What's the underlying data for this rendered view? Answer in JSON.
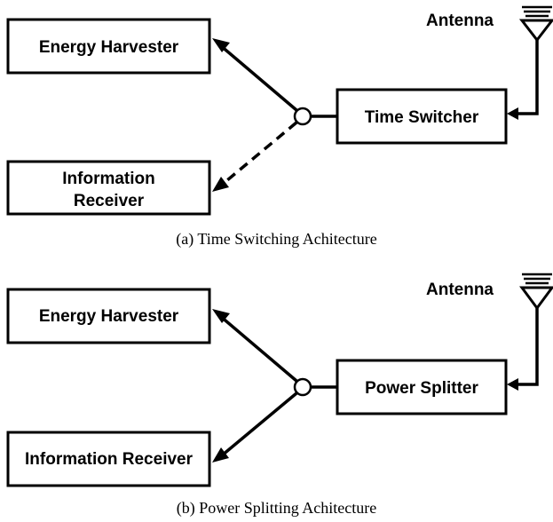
{
  "panel_a": {
    "energy_harvester": "Energy Harvester",
    "information_receiver_line1": "Information",
    "information_receiver_line2": "Receiver",
    "switch_block": "Time Switcher",
    "antenna": "Antenna",
    "caption": "(a) Time Switching Achitecture"
  },
  "panel_b": {
    "energy_harvester": "Energy Harvester",
    "information_receiver": "Information Receiver",
    "splitter_block": "Power Splitter",
    "antenna": "Antenna",
    "caption": "(b) Power Splitting Achitecture"
  }
}
